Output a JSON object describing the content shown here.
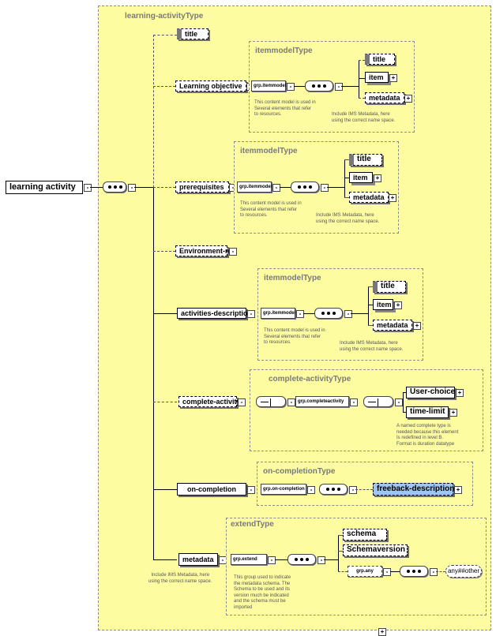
{
  "root": {
    "label": "learning activity"
  },
  "outer_type": "learning-activityType",
  "title_el": "title",
  "learning_objective": {
    "label": "Learning objective",
    "type": "itemmodelType",
    "group": "grp.itemmodel",
    "children": [
      "title",
      "item",
      "metadata"
    ],
    "note": [
      "This content model is used in",
      "Several elements that refer",
      "to resources."
    ],
    "meta_note": [
      "Include IMS Metadata, here",
      "using the correct name space."
    ]
  },
  "prerequisites": {
    "label": "prerequisites",
    "type": "itemmodelType",
    "group": "grp.itemmodel",
    "children": [
      "title",
      "item",
      "metadata"
    ],
    "note": [
      "This content model is used in",
      "Several elements that refer",
      "to resources."
    ],
    "meta_note": [
      "Include IMS Metadata, here",
      "using the correct name space."
    ]
  },
  "environment_ref": {
    "label": "Environment-ref"
  },
  "activities_description": {
    "label": "activities-description",
    "type": "itemmodelType",
    "group": "grp.itemmodel",
    "children": [
      "title",
      "item",
      "metadata"
    ],
    "note": [
      "This content model is used in",
      "Several elements that refer",
      "to resources."
    ],
    "meta_note": [
      "Include IMS Metadata, here",
      "using the correct name space."
    ]
  },
  "complete_activity": {
    "label": "complete-activity",
    "type": "complete-activityType",
    "group": "grp.completeactivity",
    "children": [
      "User-choice",
      "time-limit"
    ],
    "note": [
      "A named complete type is",
      "needed because this element",
      "Is redefined in level B.",
      "Format is duration datatype"
    ]
  },
  "on_completion": {
    "label": "on-completion",
    "type": "on-completionType",
    "group": "grp.on-completion",
    "child": "freeback-description"
  },
  "metadata": {
    "label": "metadata",
    "note": [
      "Include IMS Metadata, here",
      "using the correct name space."
    ],
    "type": "extendType",
    "group": "grp.extend",
    "children": [
      "schema",
      "Schemaversion"
    ],
    "any_group": "grp.any",
    "any_label": "any##other",
    "extend_note": [
      "This group used to indicate",
      "the metadata schema. The",
      "Schema to be used  and its",
      "version much be indicated",
      "and the schema must be",
      "imported"
    ]
  }
}
